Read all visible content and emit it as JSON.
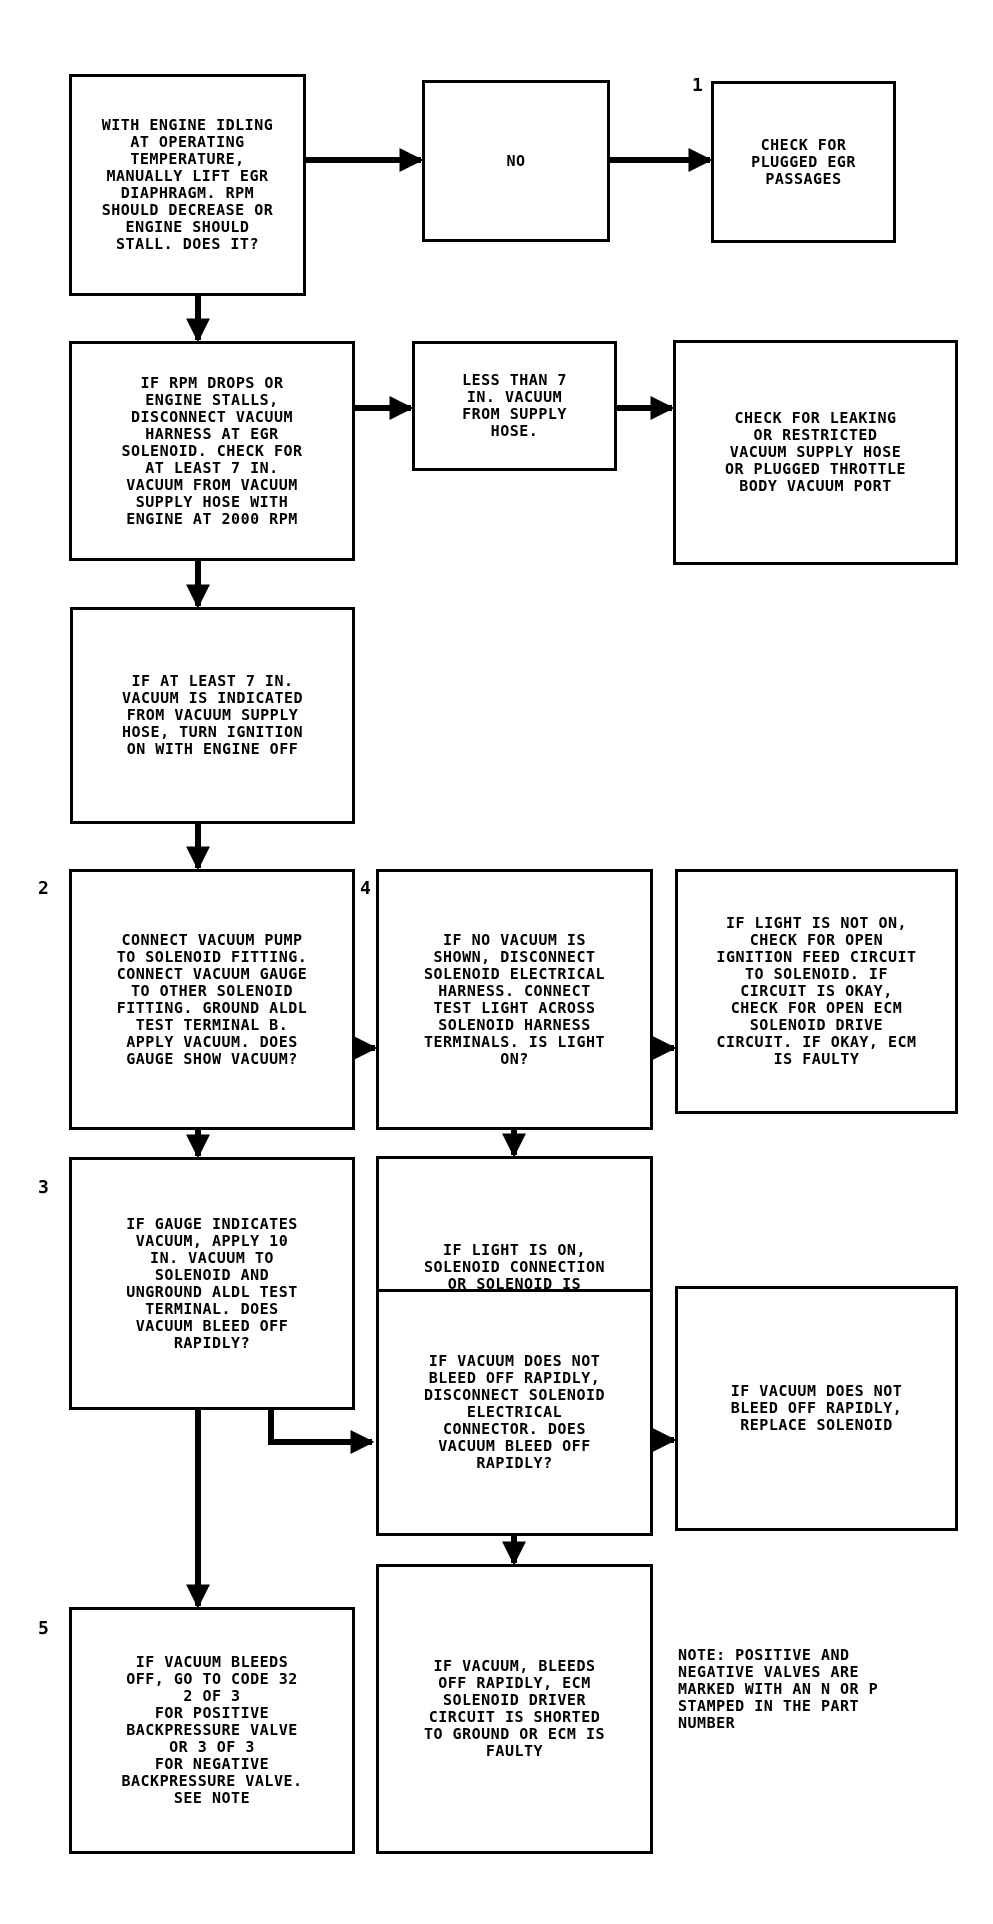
{
  "steps": {
    "s1": "WITH ENGINE IDLING\nAT OPERATING\nTEMPERATURE,\nMANUALLY LIFT EGR\nDIAPHRAGM. RPM\nSHOULD DECREASE OR\nENGINE SHOULD\nSTALL. DOES IT?",
    "no": "NO",
    "check_plugged": "CHECK FOR\nPLUGGED EGR\nPASSAGES",
    "s2": "IF RPM DROPS OR\nENGINE STALLS,\nDISCONNECT VACUUM\nHARNESS AT EGR\nSOLENOID. CHECK FOR\nAT LEAST 7 IN.\nVACUUM FROM VACUUM\nSUPPLY HOSE WITH\nENGINE AT 2000 RPM",
    "less7": "LESS THAN 7\nIN. VACUUM\nFROM SUPPLY\nHOSE.",
    "check_leaking": "CHECK FOR LEAKING\nOR RESTRICTED\nVACUUM SUPPLY HOSE\nOR PLUGGED THROTTLE\nBODY VACUUM PORT",
    "s3": "IF AT LEAST 7 IN.\nVACUUM IS INDICATED\nFROM VACUUM SUPPLY\nHOSE, TURN IGNITION\nON WITH ENGINE OFF",
    "s4": "CONNECT VACUUM PUMP\nTO SOLENOID FITTING.\nCONNECT VACUUM GAUGE\nTO OTHER SOLENOID\nFITTING. GROUND ALDL\nTEST TERMINAL B.\nAPPLY VACUUM. DOES\nGAUGE SHOW VACUUM?",
    "no_vacuum": "IF NO VACUUM IS\nSHOWN, DISCONNECT\nSOLENOID ELECTRICAL\nHARNESS. CONNECT\nTEST LIGHT ACROSS\nSOLENOID HARNESS\nTERMINALS. IS LIGHT\nON?",
    "light_not_on": "IF LIGHT IS NOT ON,\nCHECK FOR OPEN\nIGNITION FEED CIRCUIT\nTO SOLENOID. IF\nCIRCUIT IS OKAY,\nCHECK FOR OPEN ECM\nSOLENOID DRIVE\nCIRCUIT. IF OKAY, ECM\nIS FAULTY",
    "s5": "IF GAUGE INDICATES\nVACUUM, APPLY 10\nIN. VACUUM TO\nSOLENOID AND\nUNGROUND ALDL TEST\nTERMINAL. DOES\nVACUUM BLEED OFF\nRAPIDLY?",
    "light_on": "IF LIGHT IS ON,\nSOLENOID CONNECTION\nOR SOLENOID IS\nFAULTY",
    "not_bleed": "IF VACUUM DOES NOT\nBLEED OFF RAPIDLY,\nDISCONNECT SOLENOID\nELECTRICAL\nCONNECTOR. DOES\nVACUUM BLEED OFF\nRAPIDLY?",
    "replace": "IF VACUUM DOES NOT\nBLEED OFF RAPIDLY,\nREPLACE SOLENOID",
    "s6": "IF VACUUM BLEEDS\nOFF, GO TO CODE 32\n2 OF 3\nFOR POSITIVE\nBACKPRESSURE VALVE\nOR 3 OF 3\nFOR NEGATIVE\nBACKPRESSURE VALVE.\nSEE NOTE",
    "ecm_short": "IF VACUUM, BLEEDS\nOFF RAPIDLY, ECM\nSOLENOID DRIVER\nCIRCUIT IS SHORTED\nTO GROUND OR ECM IS\nFAULTY"
  },
  "markers": {
    "m1": "1",
    "m2": "2",
    "m3": "3",
    "m4": "4",
    "m5": "5"
  },
  "note": "NOTE: POSITIVE AND\nNEGATIVE VALVES ARE\nMARKED WITH AN N OR P\nSTAMPED IN THE PART\nNUMBER",
  "colors": {
    "ink": "#000000",
    "paper": "#ffffff"
  }
}
